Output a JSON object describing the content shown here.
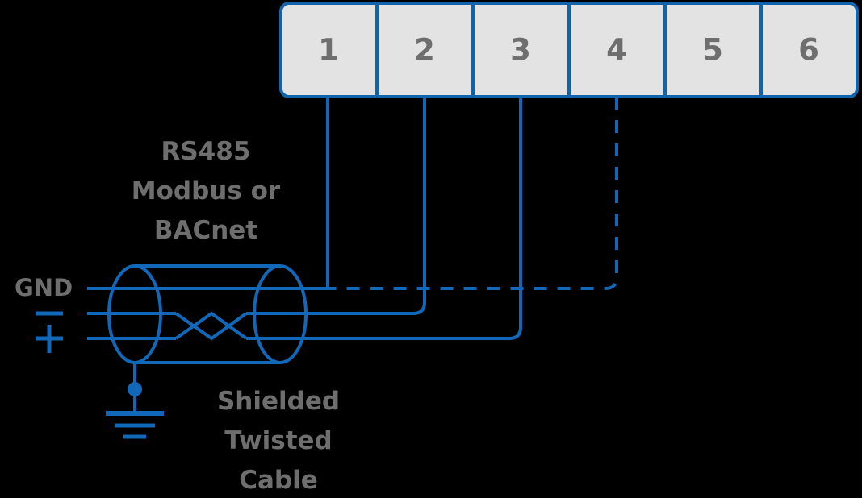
{
  "diagram": {
    "title": "RS485 Modbus or BACnet shielded twisted cable wiring",
    "colors": {
      "background": "#000000",
      "wire": "#1168b8",
      "terminal_border": "#1064ac",
      "terminal_fill": "#e3e3e3",
      "text_gray": "#6e6e6e"
    }
  },
  "terminal_block": {
    "name": "terminal-block",
    "terminals": [
      {
        "number": "1",
        "connection": "GND",
        "wire_style": "solid"
      },
      {
        "number": "2",
        "connection": "-",
        "wire_style": "solid"
      },
      {
        "number": "3",
        "connection": "+",
        "wire_style": "solid"
      },
      {
        "number": "4",
        "connection": "shield",
        "wire_style": "dashed"
      },
      {
        "number": "5",
        "connection": "",
        "wire_style": "none"
      },
      {
        "number": "6",
        "connection": "",
        "wire_style": "none"
      }
    ]
  },
  "labels": {
    "protocol": {
      "line1": "RS485",
      "line2": "Modbus or",
      "line3": "BACnet"
    },
    "cable": {
      "line1": "Shielded",
      "line2": "Twisted",
      "line3": "Cable"
    },
    "ground": "GND",
    "minus_symbol": "-",
    "plus_symbol": "+"
  }
}
